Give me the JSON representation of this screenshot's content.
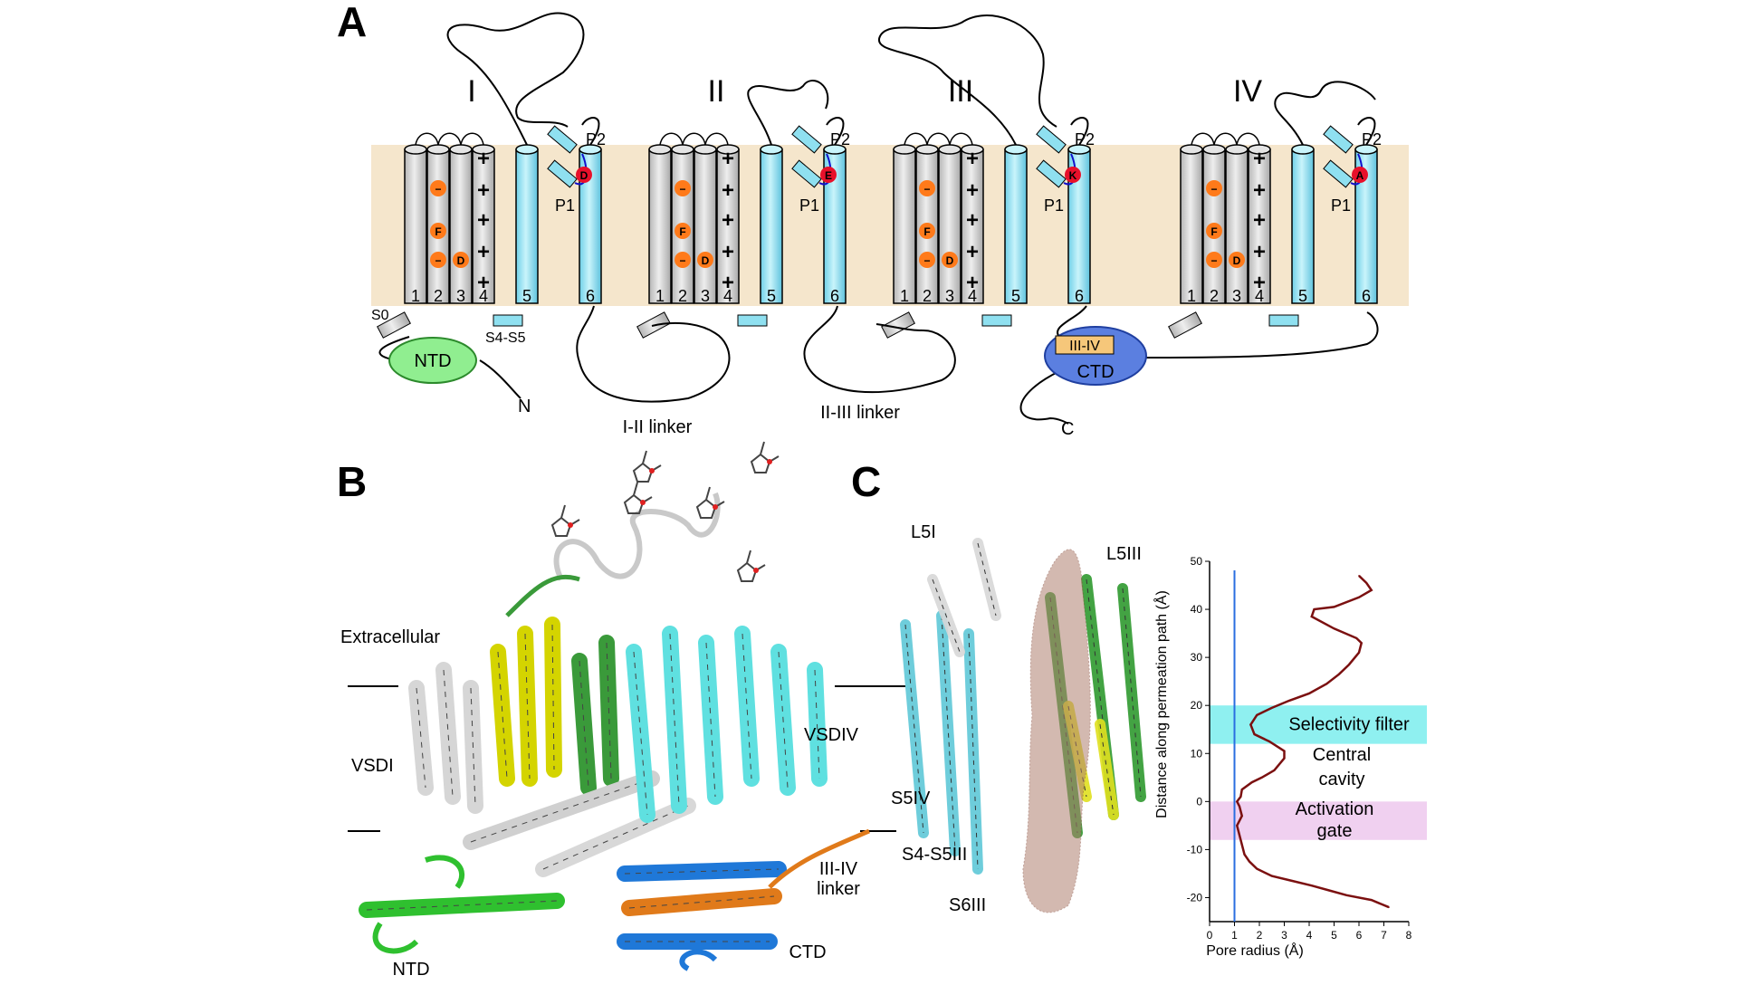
{
  "panels": {
    "a": "A",
    "b": "B",
    "c": "C"
  },
  "domains": [
    "I",
    "II",
    "III",
    "IV"
  ],
  "segment_numbers": [
    "1",
    "2",
    "3",
    "4",
    "5",
    "6"
  ],
  "pore_loops": {
    "p1": "P1",
    "p2": "P2"
  },
  "filter_residues": [
    "D",
    "E",
    "K",
    "A"
  ],
  "charge_labels": {
    "plus": "+",
    "minus": "−",
    "F": "F",
    "D": "D"
  },
  "labels_a": {
    "s0": "S0",
    "s4s5": "S4-S5",
    "ntd": "NTD",
    "n": "N",
    "c": "C",
    "linker12": "I-II linker",
    "linker23": "II-III linker",
    "box34": "III-IV",
    "ctd": "CTD"
  },
  "labels_b": {
    "extracellular": "Extracellular",
    "vsd1": "VSDI",
    "vsd4": "VSDIV",
    "linker34_line1": "III-IV",
    "linker34_line2": "linker",
    "ntd": "NTD",
    "ctd": "CTD"
  },
  "labels_c": {
    "l5i": "L5I",
    "l5iii": "L5III",
    "s5iv": "S5IV",
    "s4s5iii": "S4-S5III",
    "s6iii": "S6III"
  },
  "colors": {
    "membrane": "#f5e6cc",
    "gray_helix": "#d9d9d9",
    "cyan_helix": "#8fe0f0",
    "ntd": "#90ee90",
    "ctd": "#5b7fe0",
    "linker_box": "#f6c77a",
    "residue": "#ff7a1a",
    "filter": "#e8102a",
    "plus": "#1010cc",
    "pore_line": "#7b1010",
    "sf_band": "#8ff0f0",
    "gate_band": "#f0d0f0",
    "ref_line": "#2a6ee0"
  },
  "chart_data": {
    "type": "line",
    "xlabel": "Pore radius (Å)",
    "ylabel": "Distance along permeation path (Å)",
    "xlim": [
      0,
      8
    ],
    "ylim": [
      -25,
      50
    ],
    "xticks": [
      "0",
      "1",
      "2",
      "3",
      "4",
      "5",
      "6",
      "7",
      "8"
    ],
    "yticks": [
      "-20",
      "-10",
      "0",
      "10",
      "20",
      "30",
      "40",
      "50"
    ],
    "reference_x": 1.0,
    "bands": [
      {
        "label": "Selectivity filter",
        "y0": 12,
        "y1": 20
      },
      {
        "label": "Central cavity",
        "y0": null,
        "y1": null
      },
      {
        "label_line1": "Activation",
        "label_line2": "gate",
        "y0": -8,
        "y1": 0
      }
    ],
    "series": [
      {
        "x": [
          7.2,
          6.5,
          5.5,
          4.8,
          4.1,
          3.3,
          2.5,
          1.9,
          1.6,
          1.4,
          1.3,
          1.2,
          1.1,
          1.3,
          1.2,
          1.1,
          1.25,
          1.3,
          1.7,
          2.1,
          2.6,
          3.0,
          3.0,
          2.4,
          1.8,
          1.65,
          1.9,
          2.5,
          3.2,
          4.0,
          4.7,
          5.2,
          5.6,
          6.0,
          6.1,
          5.9,
          5.0,
          4.1,
          4.2,
          5.0,
          6.0,
          6.5,
          6.3,
          6.0
        ],
        "y": [
          -22,
          -20.5,
          -19.5,
          -18.5,
          -17.5,
          -16.5,
          -15.5,
          -14,
          -12.5,
          -11,
          -9,
          -7,
          -5,
          -3,
          -1,
          0,
          1,
          2.5,
          4,
          5,
          6.5,
          9,
          10.5,
          12.5,
          14,
          16,
          18,
          19.5,
          21,
          22.5,
          24.5,
          26.5,
          28.5,
          31,
          33,
          34,
          36,
          38.5,
          40,
          40.5,
          42.5,
          44,
          45.5,
          47
        ]
      }
    ],
    "title": ""
  }
}
